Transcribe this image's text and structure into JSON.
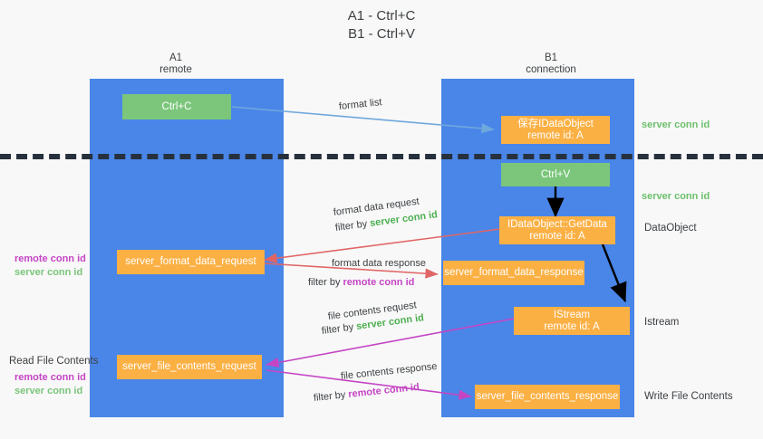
{
  "title": {
    "line1": "A1 - Ctrl+C",
    "line2": "B1 - Ctrl+V"
  },
  "columns": [
    {
      "name": "A1",
      "sub": "remote"
    },
    {
      "name": "B1",
      "sub": "connection"
    }
  ],
  "nodes": {
    "ctrl_c": "Ctrl+C",
    "ctrl_v": "Ctrl+V",
    "save_idataobject_l1": "保存IDataObject",
    "save_idataobject_l2": "remote id: A",
    "getdata_l1": "IDataObject::GetData",
    "getdata_l2": "remote id: A",
    "istream_l1": "IStream",
    "istream_l2": "remote id: A",
    "server_format_data_request": "server_format_data_request",
    "server_format_data_response": "server_format_data_response",
    "server_file_contents_request": "server_file_contents_request",
    "server_file_contents_response": "server_file_contents_response"
  },
  "edges": {
    "format_list": "format list",
    "format_data_request": "format data request",
    "format_data_request_filter_prefix": "filter by ",
    "format_data_request_filter_key": "server conn id",
    "format_data_response": "format data response",
    "format_data_response_filter_prefix": "filter by ",
    "format_data_response_filter_key": "remote conn id",
    "file_contents_request": "file contents request",
    "file_contents_request_filter_prefix": "filter by ",
    "file_contents_request_filter_key": "server conn id",
    "file_contents_response": "file contents response",
    "file_contents_response_filter_prefix": "filter by ",
    "file_contents_response_filter_key": "remote conn id"
  },
  "annotations": {
    "right_server_conn_id_top": "server conn id",
    "right_server_conn_id_mid": "server conn id",
    "right_dataobject": "DataObject",
    "right_istream": "Istream",
    "right_write_file_contents": "Write File Contents",
    "left_remote_conn_id_1": "remote conn id",
    "left_server_conn_id_1": "server conn id",
    "left_read_file_contents": "Read File Contents",
    "left_remote_conn_id_2": "remote conn id",
    "left_server_conn_id_2": "server conn id"
  },
  "colors": {
    "lane": "#4a86e8",
    "green_node": "#7bc67b",
    "orange_node": "#fbb044",
    "accent_green": "#4caf50",
    "accent_purple": "#c445c4",
    "arrow_blue": "#6fa8dc",
    "arrow_red": "#e06666",
    "arrow_purple": "#c445c4",
    "arrow_black": "#000000",
    "dash": "#27303d",
    "background": "#f8f8f8"
  }
}
